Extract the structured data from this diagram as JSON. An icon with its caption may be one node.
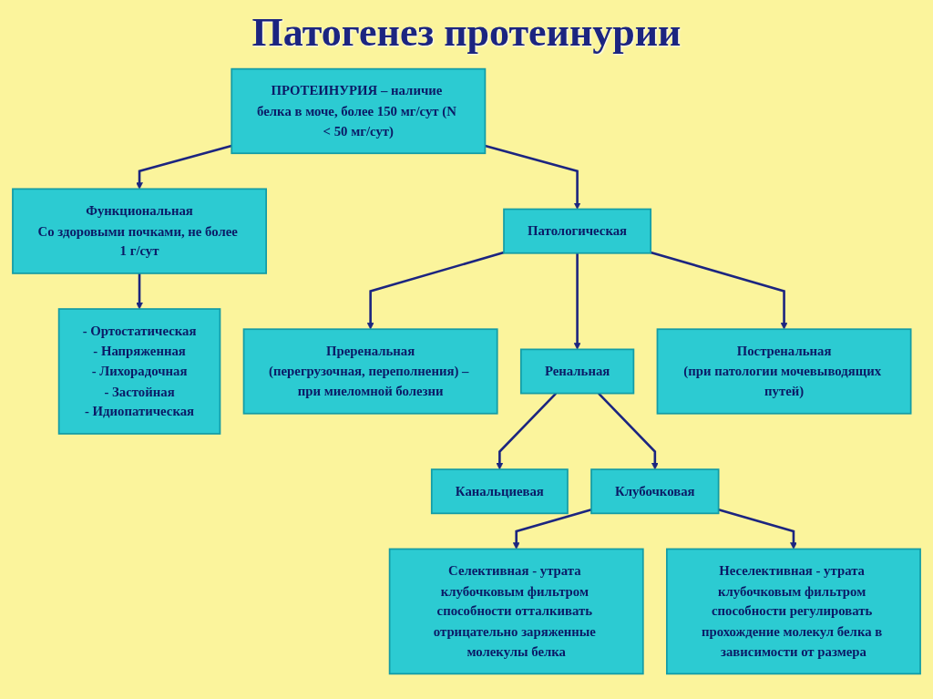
{
  "diagram": {
    "title": "Патогенез протеинурии",
    "nodes": [
      {
        "text": [
          "ПРОТЕИНУРИЯ – наличие белка в моче, более 150 мг/сут (N < 50 мг/сут)"
        ]
      },
      {
        "text": [
          "Функциональная",
          "Со здоровыми почками, не более 1 г/сут"
        ]
      },
      {
        "text": [
          "Патологическая"
        ]
      },
      {
        "text": [
          "- Ортостатическая",
          "- Напряженная",
          "- Лихорадочная",
          "- Застойная",
          "- Идиопатическая"
        ]
      },
      {
        "text": [
          "Преренальная",
          "(перегрузочная, переполнения) – при миеломной болезни"
        ]
      },
      {
        "text": [
          "Ренальная"
        ]
      },
      {
        "text": [
          "Постренальная",
          "(при патологии мочевыводящих путей)"
        ]
      },
      {
        "text": [
          "Канальциевая"
        ]
      },
      {
        "text": [
          "Клубочковая"
        ]
      },
      {
        "text": [
          "Селективная - утрата клубочковым фильтром способности отталкивать отрицательно заряженные молекулы белка"
        ]
      },
      {
        "text": [
          "Неселективная - утрата клубочковым фильтром способности регулировать прохождение молекул белка в зависимости от размера"
        ]
      }
    ],
    "edges": [
      {
        "from": 0,
        "to": 1,
        "arrow": "to"
      },
      {
        "from": 0,
        "to": 2,
        "arrow": "to"
      },
      {
        "from": 1,
        "to": 3,
        "arrow": "to"
      },
      {
        "from": 2,
        "to": 4,
        "arrow": "to"
      },
      {
        "from": 2,
        "to": 5,
        "arrow": "to"
      },
      {
        "from": 2,
        "to": 6,
        "arrow": "to"
      },
      {
        "from": 5,
        "to": 8,
        "arrow": "to"
      },
      {
        "from": 5,
        "to": 7,
        "arrow": "to"
      },
      {
        "from": 8,
        "to": 9,
        "arrow": "to"
      },
      {
        "from": 8,
        "to": 10,
        "arrow": "to"
      }
    ]
  }
}
